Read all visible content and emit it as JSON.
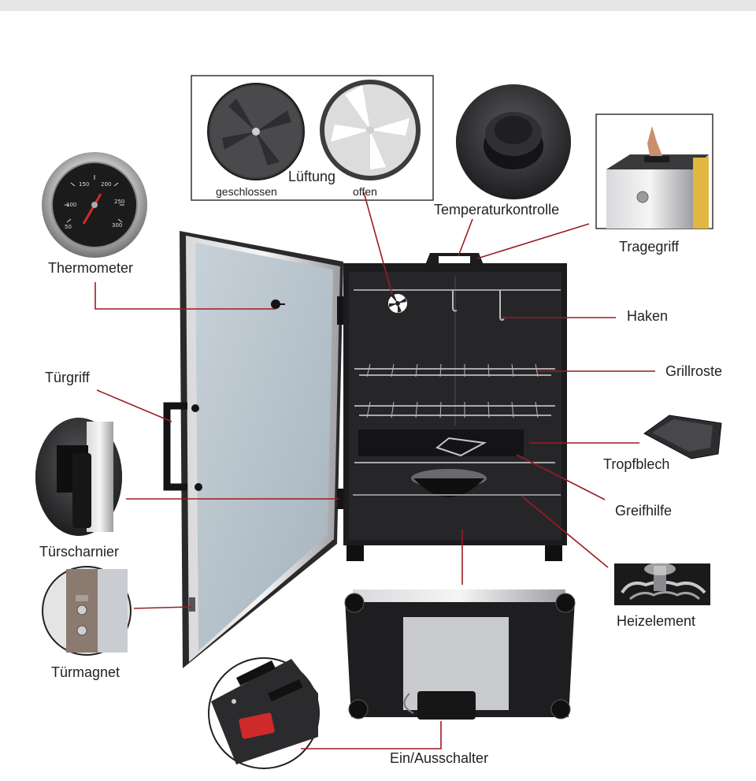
{
  "labels": {
    "lueftung": "Lüftung",
    "geschlossen": "geschlossen",
    "offen": "offen",
    "temperaturkontrolle": "Temperaturkontrolle",
    "tragegriff": "Tragegriff",
    "thermometer": "Thermometer",
    "haken": "Haken",
    "grillroste": "Grillroste",
    "tuergriff": "Türgriff",
    "tropfblech": "Tropfblech",
    "greifhilfe": "Greifhilfe",
    "tuerscharnier": "Türscharnier",
    "heizelement": "Heizelement",
    "tuermagnet": "Türmagnet",
    "ein_ausschalter": "Ein/Ausschalter"
  },
  "thermometer_ticks": [
    "50",
    "100",
    "150",
    "200",
    "250",
    "300"
  ],
  "colors": {
    "leader_line": "#9b1c22",
    "cabinet": "#1c1c1f",
    "door_panel": "#b7c3cc",
    "steel": "#c9c9cc"
  }
}
